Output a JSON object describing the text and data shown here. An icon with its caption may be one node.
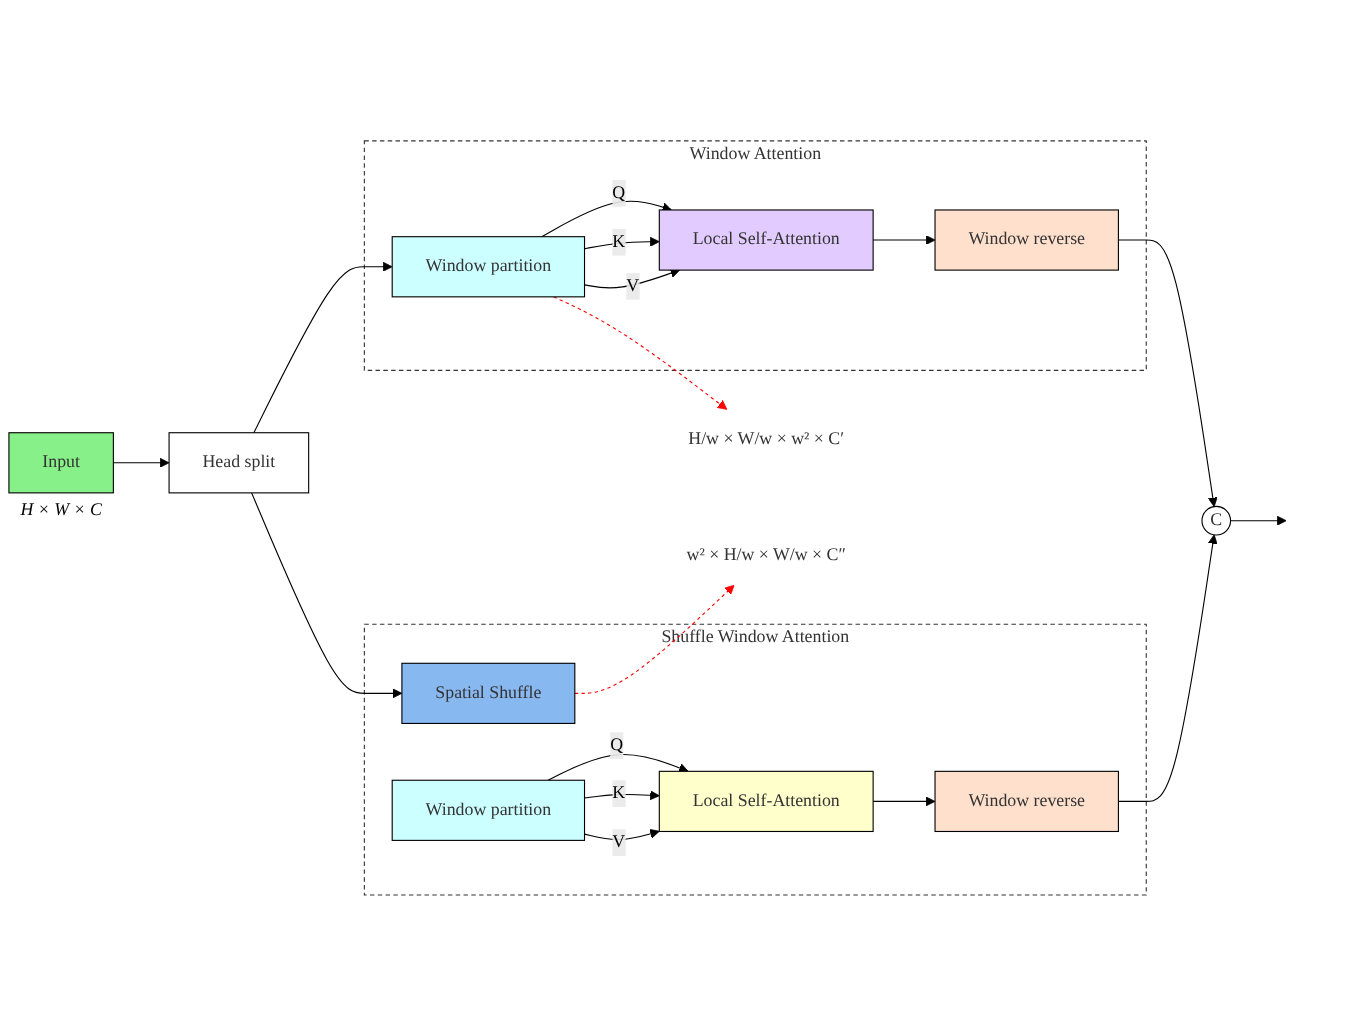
{
  "diagram": {
    "nodes": [
      {
        "text": [
          "Window Attention"
        ]
      },
      {
        "text": [
          "Window partition"
        ],
        "in": 0
      },
      {
        "text": [
          "Local Self-Attention"
        ],
        "in": 0
      },
      {
        "text": [
          "Window reverse"
        ],
        "in": 0
      },
      {
        "text": [
          "Shuffle Window Attention"
        ]
      },
      {
        "text": [
          "Spatial Shuffle"
        ],
        "in": 4
      },
      {
        "text": [
          "Window partition"
        ],
        "in": 4
      },
      {
        "text": [
          "Local Self-Attention"
        ],
        "in": 4
      },
      {
        "text": [
          "Window reverse"
        ],
        "in": 4
      },
      {
        "text": [
          "Input"
        ],
        "beside": [
          "H × W × C"
        ]
      },
      {
        "text": [
          "Head split"
        ]
      },
      {
        "text": [
          "C"
        ]
      },
      {
        "text": [
          "H/w × W/w × w² × C′"
        ]
      },
      {
        "text": [
          "w² × H/w × W/w × C″"
        ]
      }
    ],
    "edges": [
      {
        "from": 9,
        "to": 10,
        "arrow": "to"
      },
      {
        "from": 10,
        "to": 1,
        "arrow": "to"
      },
      {
        "from": 10,
        "to": 5,
        "arrow": "to"
      },
      {
        "from": 1,
        "to": 2,
        "arrow": "to",
        "label": "Q"
      },
      {
        "from": 1,
        "to": 2,
        "arrow": "to",
        "label": "K"
      },
      {
        "from": 1,
        "to": 2,
        "arrow": "to",
        "label": "V"
      },
      {
        "from": 2,
        "to": 3,
        "arrow": "to"
      },
      {
        "from": 3,
        "to": 11,
        "arrow": "to"
      },
      {
        "from": 6,
        "to": 7,
        "arrow": "to",
        "label": "Q"
      },
      {
        "from": 6,
        "to": 7,
        "arrow": "to",
        "label": "K"
      },
      {
        "from": 6,
        "to": 7,
        "arrow": "to",
        "label": "V"
      },
      {
        "from": 7,
        "to": 8,
        "arrow": "to"
      },
      {
        "from": 8,
        "to": 11,
        "arrow": "to"
      },
      {
        "from": 11,
        "to": null,
        "arrow": "to"
      },
      {
        "from": 1,
        "to": 12,
        "arrow": "to",
        "style": "dashed",
        "color": "#ff0000"
      },
      {
        "from": 5,
        "to": 13,
        "arrow": "to",
        "style": "dashed",
        "color": "#ff0000"
      }
    ]
  }
}
